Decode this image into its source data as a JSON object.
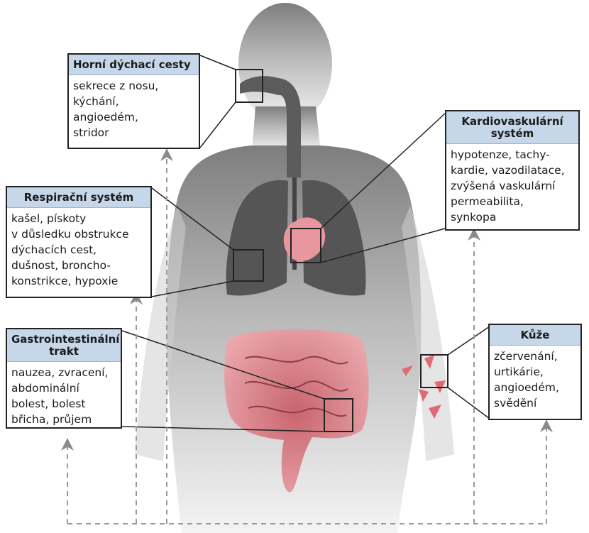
{
  "colors": {
    "header_bg": "#c7d7ea",
    "silhouette": "#8c8c8c",
    "organ_red": "#e79aa0",
    "arrow": "#9a9a9a"
  },
  "callouts": {
    "upper_airways": {
      "title": "Horní dýchací cesty",
      "lines": "sekrece z nosu,\nkýchání,\nangioedém,\nstridor"
    },
    "cardio": {
      "title": "Kardiovaskulární\nsystém",
      "lines": "hypotenze, tachy-\nkardie, vazodilatace,\nzvýšená vaskulární\npermeabilita,\nsynkopa"
    },
    "respiratory": {
      "title": "Respirační systém",
      "lines": "kašel, pískoty\nv důsledku obstrukce\ndýchacích cest,\ndušnost, broncho-\nkonstrikce, hypoxie"
    },
    "gi": {
      "title": "Gastrointestinální\ntrakt",
      "lines": "nauzea, zvracení,\nabdominální\nbolest, bolest\nbřicha, průjem"
    },
    "skin": {
      "title": "Kůže",
      "lines": "zčervenání,\nurtikárie,\nangioedém,\nsvědění"
    }
  }
}
